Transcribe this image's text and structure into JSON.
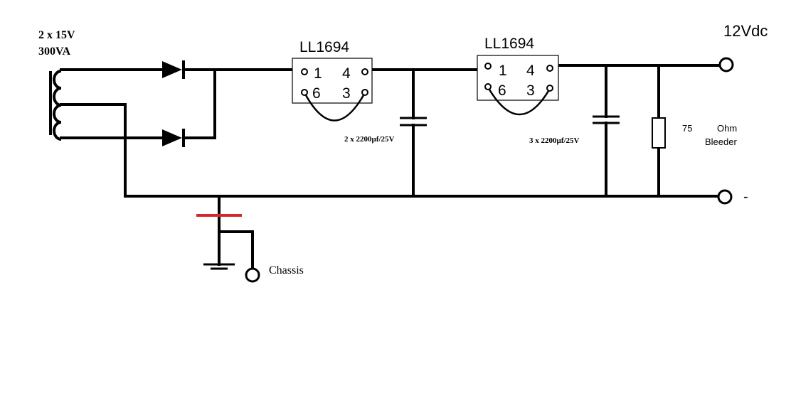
{
  "transformer": {
    "line1": "2 x 15V",
    "line2": "300VA"
  },
  "choke1": {
    "name": "LL1694",
    "pin1": "1",
    "pin4": "4",
    "pin6": "6",
    "pin3": "3"
  },
  "choke2": {
    "name": "LL1694",
    "pin1": "1",
    "pin4": "4",
    "pin6": "6",
    "pin3": "3"
  },
  "cap1": {
    "label": "2 x 2200µf/25V"
  },
  "cap2": {
    "label": "3 x 2200µf/25V"
  },
  "bleeder": {
    "value": "75",
    "unit": "Ohm",
    "name": "Bleeder"
  },
  "output": {
    "positive": "12Vdc",
    "negative": "-"
  },
  "ground": {
    "chassis": "Chassis"
  },
  "colors": {
    "wire": "#000000",
    "ground_link": "#d9262b",
    "background": "#ffffff"
  }
}
